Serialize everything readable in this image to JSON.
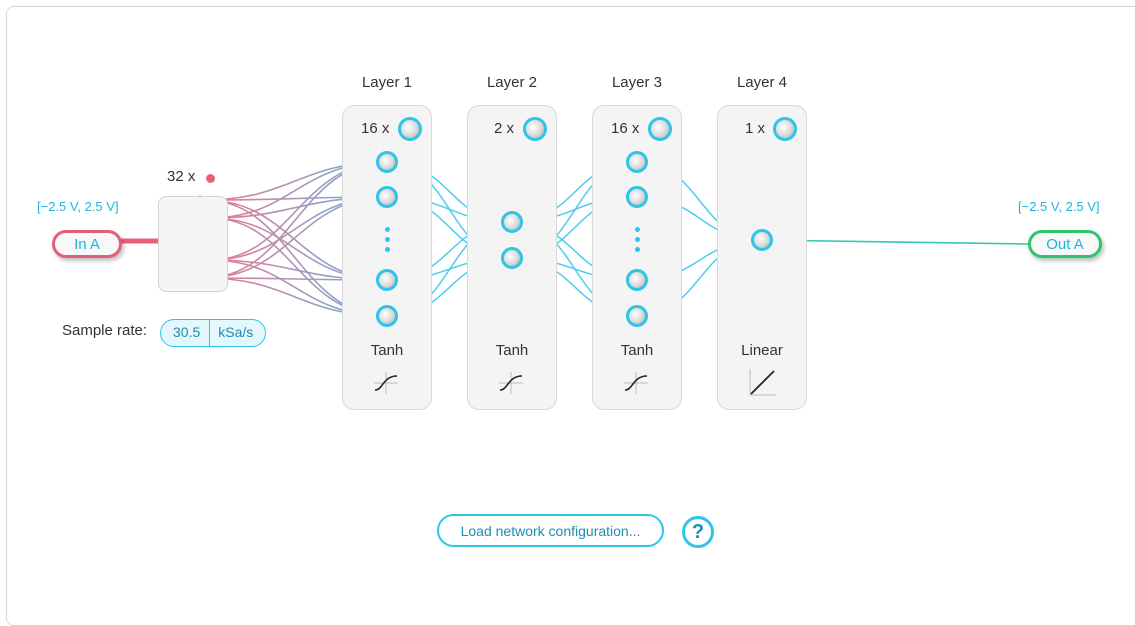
{
  "colors": {
    "accent": "#2ec5e8",
    "input": "#e9607b",
    "output": "#2cc66f"
  },
  "input": {
    "range": "[−2.5 V, 2.5 V]",
    "label": "In A"
  },
  "output": {
    "range": "[−2.5 V, 2.5 V]",
    "label": "Out A"
  },
  "mux": {
    "count": "32 x"
  },
  "sample_rate": {
    "label": "Sample rate:",
    "value": "30.5",
    "unit": "kSa/s"
  },
  "layers": [
    {
      "title": "Layer 1",
      "count": "16 x",
      "activation": "Tanh",
      "icon": "tanh-icon"
    },
    {
      "title": "Layer 2",
      "count": "2 x",
      "activation": "Tanh",
      "icon": "tanh-icon"
    },
    {
      "title": "Layer 3",
      "count": "16 x",
      "activation": "Tanh",
      "icon": "tanh-icon"
    },
    {
      "title": "Layer 4",
      "count": "1 x",
      "activation": "Linear",
      "icon": "linear-icon"
    }
  ],
  "buttons": {
    "load": "Load network configuration...",
    "help": "?"
  }
}
